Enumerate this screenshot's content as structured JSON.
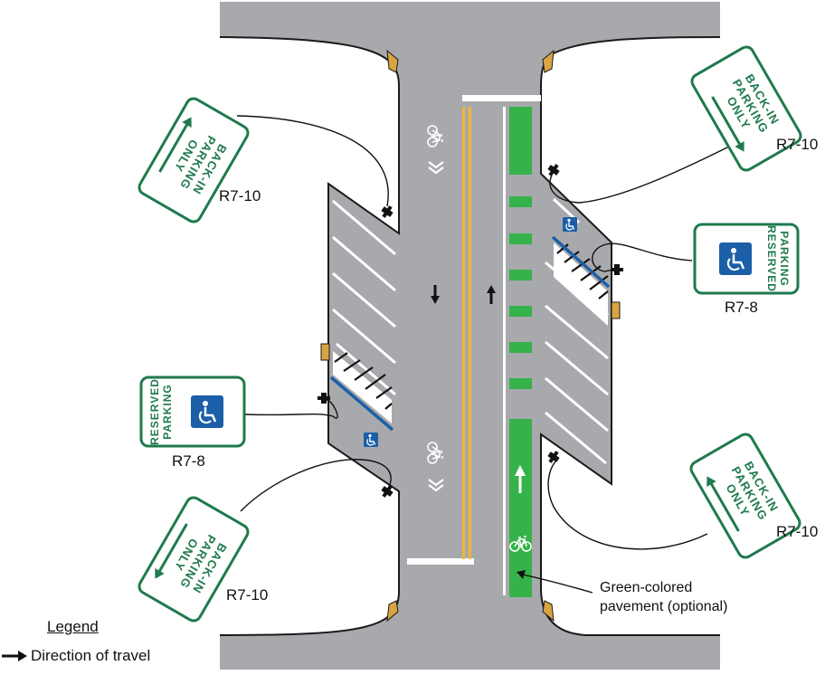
{
  "signs": {
    "back_in_line1": "BACK-IN",
    "back_in_line2": "PARKING",
    "back_in_line3": "ONLY",
    "reserved_line1": "RESERVED",
    "reserved_line2": "PARKING",
    "back_in_code": "R7-10",
    "reserved_code": "R7-8"
  },
  "labels": {
    "green_pavement_line1": "Green-colored",
    "green_pavement_line2": "pavement (optional)"
  },
  "legend": {
    "title": "Legend",
    "direction_of_travel": "Direction of travel"
  },
  "colors": {
    "road": "#a7a9ac",
    "road_edge": "#1a1a1a",
    "lane_marking": "#ffffff",
    "center_line": "#f2b632",
    "bike_lane": "#35b34a",
    "sign_green": "#1f7a4d",
    "handicap_blue": "#1b5fa8",
    "curb_ramp": "#d9a441"
  },
  "icons": [
    "bicycle-icon",
    "chevron-down-icon",
    "arrow-up-icon",
    "arrow-down-icon",
    "wheelchair-icon",
    "arrow-right-icon"
  ]
}
